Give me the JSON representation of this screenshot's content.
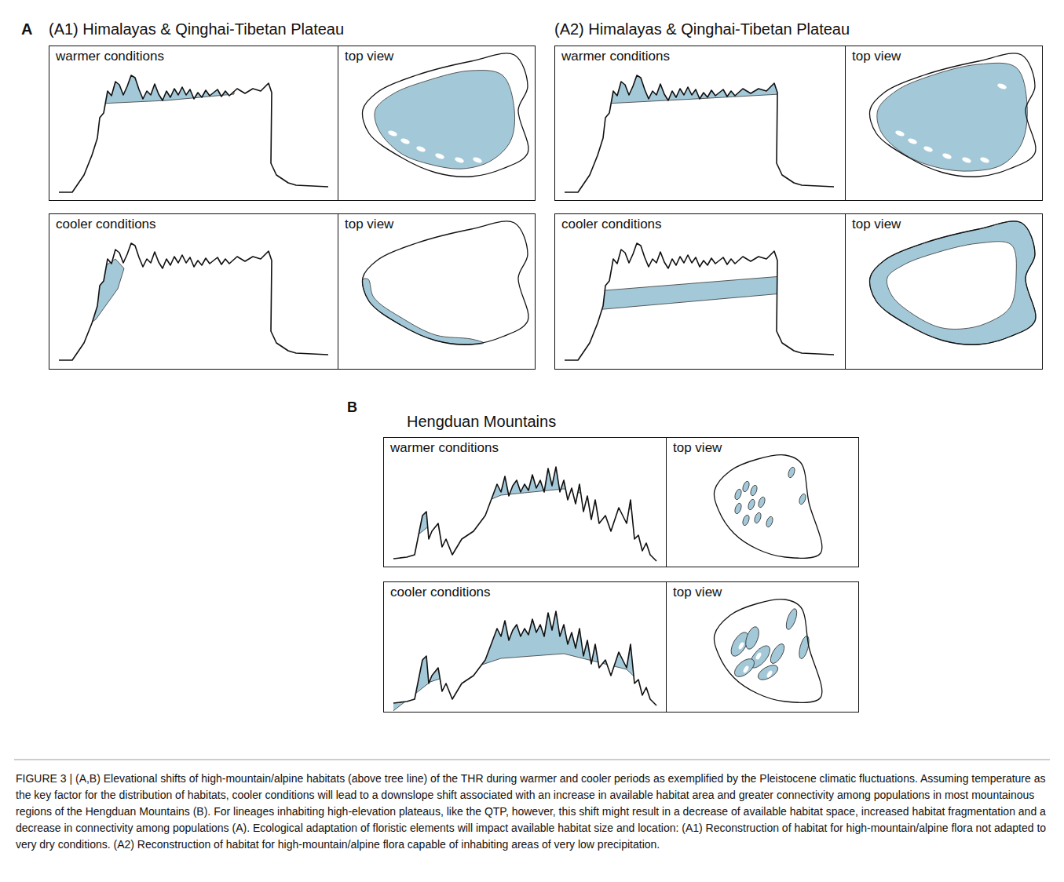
{
  "diagram": {
    "caption": "FIGURE 3 | (A,B) Elevational shifts of high-mountain/alpine habitats (above tree line) of the THR during warmer and cooler periods as exemplified by the Pleistocene climatic fluctuations. Assuming temperature as the key factor for the distribution of habitats, cooler conditions will lead to a downslope shift associated with an increase in available habitat area and greater connectivity among populations in most mountainous regions of the Hengduan Mountains (B). For lineages inhabiting high-elevation plateaus, like the QTP, however, this shift might result in a decrease of available habitat space, increased habitat fragmentation and a decrease in connectivity among populations (A). Ecological adaptation of floristic elements will impact available habitat size and location: (A1) Reconstruction of habitat for high-mountain/alpine flora not adapted to very dry conditions. (A2) Reconstruction of habitat for high-mountain/alpine flora capable of inhabiting areas of very low precipitation.",
    "nodes": [
      {
        "text": [
          "warmer conditions"
        ]
      },
      {
        "text": [
          "top view"
        ]
      },
      {
        "text": [
          "warmer conditions"
        ]
      },
      {
        "text": [
          "top view"
        ]
      },
      {
        "text": [
          "cooler conditions"
        ]
      },
      {
        "text": [
          "top view"
        ]
      },
      {
        "text": [
          "cooler conditions"
        ]
      },
      {
        "text": [
          "top view"
        ]
      },
      {
        "text": [
          "warmer conditions"
        ]
      },
      {
        "text": [
          "top view"
        ]
      },
      {
        "text": [
          "cooler conditions"
        ]
      },
      {
        "text": [
          "top view"
        ]
      }
    ],
    "labels": [
      "A",
      "(A1) Himalayas & Qinghai-Tibetan Plateau",
      "(A2) Himalayas & Qinghai-Tibetan Plateau",
      "B",
      "Hengduan Mountains"
    ]
  }
}
